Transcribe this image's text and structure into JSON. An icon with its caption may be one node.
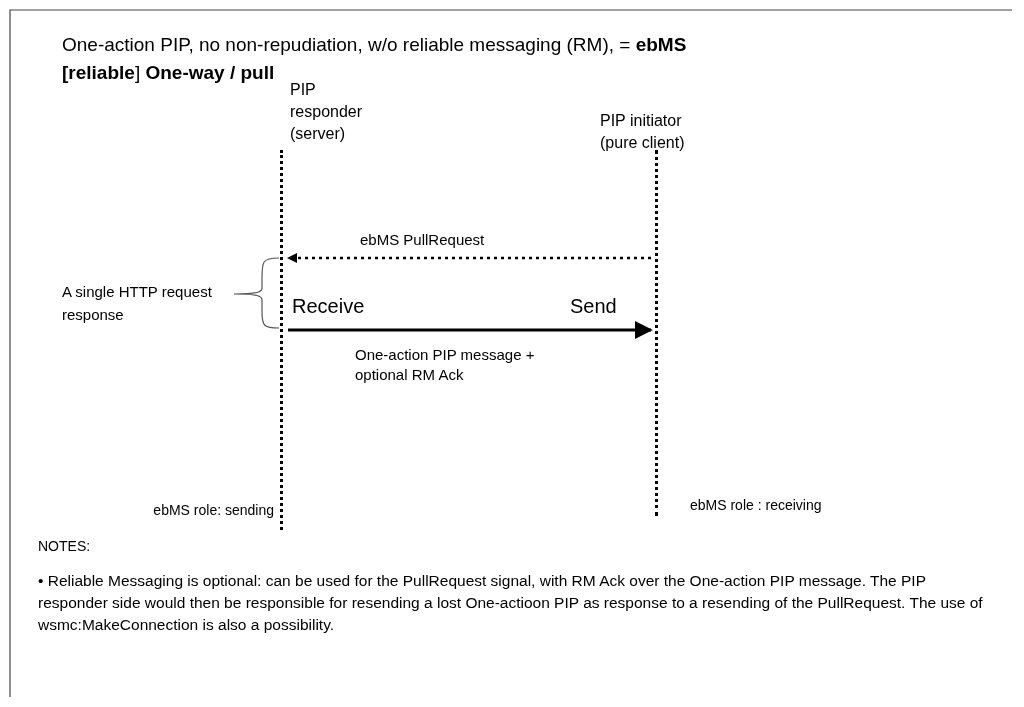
{
  "diagram": {
    "title": "One-action PIP, no non-repudiation, w/o reliable messaging (RM), = **ebMS** **[reliable**] **One-way / pull**",
    "nodes": [
      {
        "text": [
          "PIP responder (server)"
        ],
        "beside": [
          "ebMS role:  sending"
        ]
      },
      {
        "text": [
          "PIP initiator (pure client)"
        ],
        "beside": [
          "ebMS role :  receiving"
        ]
      }
    ],
    "edges": [
      {
        "from": 1,
        "to": 0,
        "arrow": "to",
        "label": "ebMS PullRequest",
        "style": "dashed"
      },
      {
        "from": 0,
        "to": 1,
        "arrow": "to",
        "label": "One-action PIP message + optional RM Ack"
      }
    ],
    "labels": [
      "A single HTTP request response",
      "Receive",
      "Send",
      "NOTES:",
      "• Reliable Messaging is optional: can be used for the PullRequest signal, with RM Ack over the One-action PIP message. The PIP responder side would then be responsible for resending a lost One-actioon PIP as response to a resending of the PullRequest. The use of wsmc:MakeConnection is also a possibility."
    ]
  }
}
